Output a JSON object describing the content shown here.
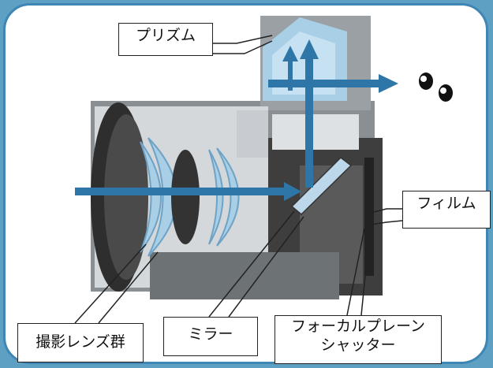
{
  "labels": {
    "prism": "プリズム",
    "film": "フィルム",
    "lens_group": "撮影レンズ群",
    "mirror": "ミラー",
    "shutter_line1": "フォーカルプレーン",
    "shutter_line2": "シャッター"
  },
  "colors": {
    "frame_border": "#3f86b4",
    "outer_background": "#5e9fc4",
    "arrow": "#2f76a8",
    "glass": "#a9cfe6"
  },
  "icons": [
    "eyes-icon"
  ]
}
